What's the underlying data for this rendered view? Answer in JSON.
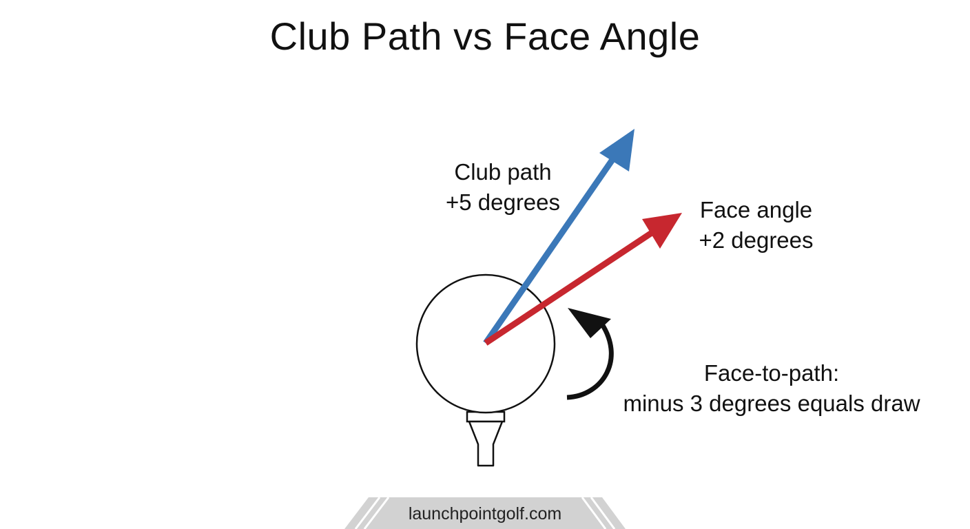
{
  "title": "Club Path vs Face Angle",
  "club_path": {
    "line1": "Club path",
    "line2": "+5 degrees",
    "color": "#3b78b8"
  },
  "face_angle": {
    "line1": "Face angle",
    "line2": "+2 degrees",
    "color": "#c7272f"
  },
  "face_to_path": {
    "line1": "Face-to-path:",
    "line2": "minus 3 degrees equals draw"
  },
  "footer": {
    "url": "launchpointgolf.com",
    "bg_color": "#d2d2d2"
  }
}
